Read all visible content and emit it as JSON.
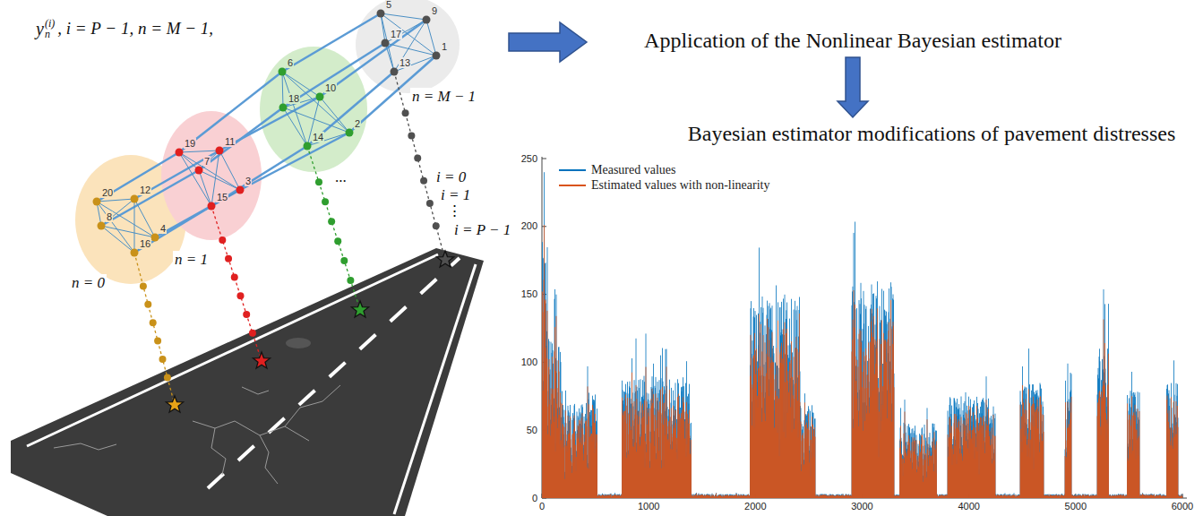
{
  "diagram": {
    "nodes": [
      {
        "text": [
          "Application of the Nonlinear Bayesian estimator"
        ]
      },
      {
        "text": [
          "Bayesian estimator modifications of pavement distresses"
        ]
      }
    ],
    "edges": [
      {
        "from": 0,
        "to": 1,
        "arrow": "to"
      }
    ],
    "labels": [
      "y",
      "n",
      "(i)",
      ", i = P − 1, n = M − 1,",
      "20",
      "12",
      "8",
      "4",
      "16",
      "19",
      "11",
      "7",
      "3",
      "15",
      "6",
      "10",
      "18",
      "2",
      "14",
      "5",
      "9",
      "17",
      "1",
      "13",
      "n = 0",
      "n = 1",
      "...",
      "n = M − 1",
      "i = 0",
      "i = 1",
      "⋮",
      "i = P − 1",
      "250",
      "200",
      "150",
      "100",
      "50",
      "0",
      "0",
      "1000",
      "2000",
      "3000",
      "4000",
      "5000",
      "6000"
    ],
    "legend": [
      {
        "text": "Measured values",
        "color": "#0072bd"
      },
      {
        "text": "Estimated values with non-linearity",
        "color": "#d95319"
      }
    ]
  }
}
